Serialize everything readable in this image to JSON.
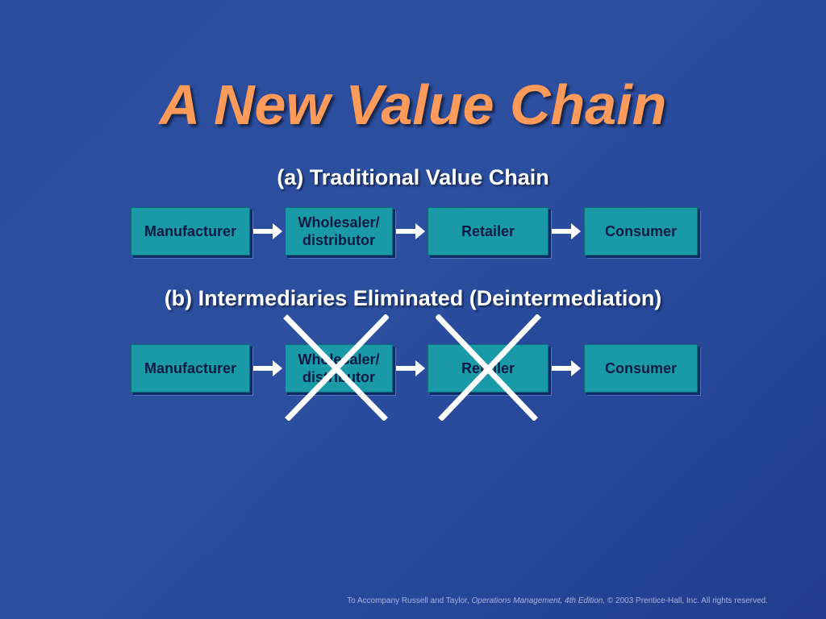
{
  "title": "A New Value Chain",
  "traditional": {
    "heading": "(a) Traditional Value Chain",
    "nodes": [
      "Manufacturer",
      "Wholesaler/\ndistributor",
      "Retailer",
      "Consumer"
    ]
  },
  "deintermediation": {
    "heading": "(b) Intermediaries Eliminated (Deintermediation)",
    "nodes": [
      "Manufacturer",
      "Wholesaler/\ndistributor",
      "Retailer",
      "Consumer"
    ],
    "eliminated": [
      "Wholesaler/\ndistributor",
      "Retailer"
    ]
  },
  "colors": {
    "background": "#2a4d9c",
    "title": "#ff9b5a",
    "box_fill": "#1a9aa8",
    "box_text": "#0a1a44",
    "arrow": "#ffffff",
    "cross": "#ffffff"
  },
  "footer": {
    "prefix": "To Accompany Russell and Taylor, ",
    "book": "Operations Management, 4th Edition,",
    "suffix": " © 2003 Prentice-Hall, Inc. All rights reserved."
  }
}
